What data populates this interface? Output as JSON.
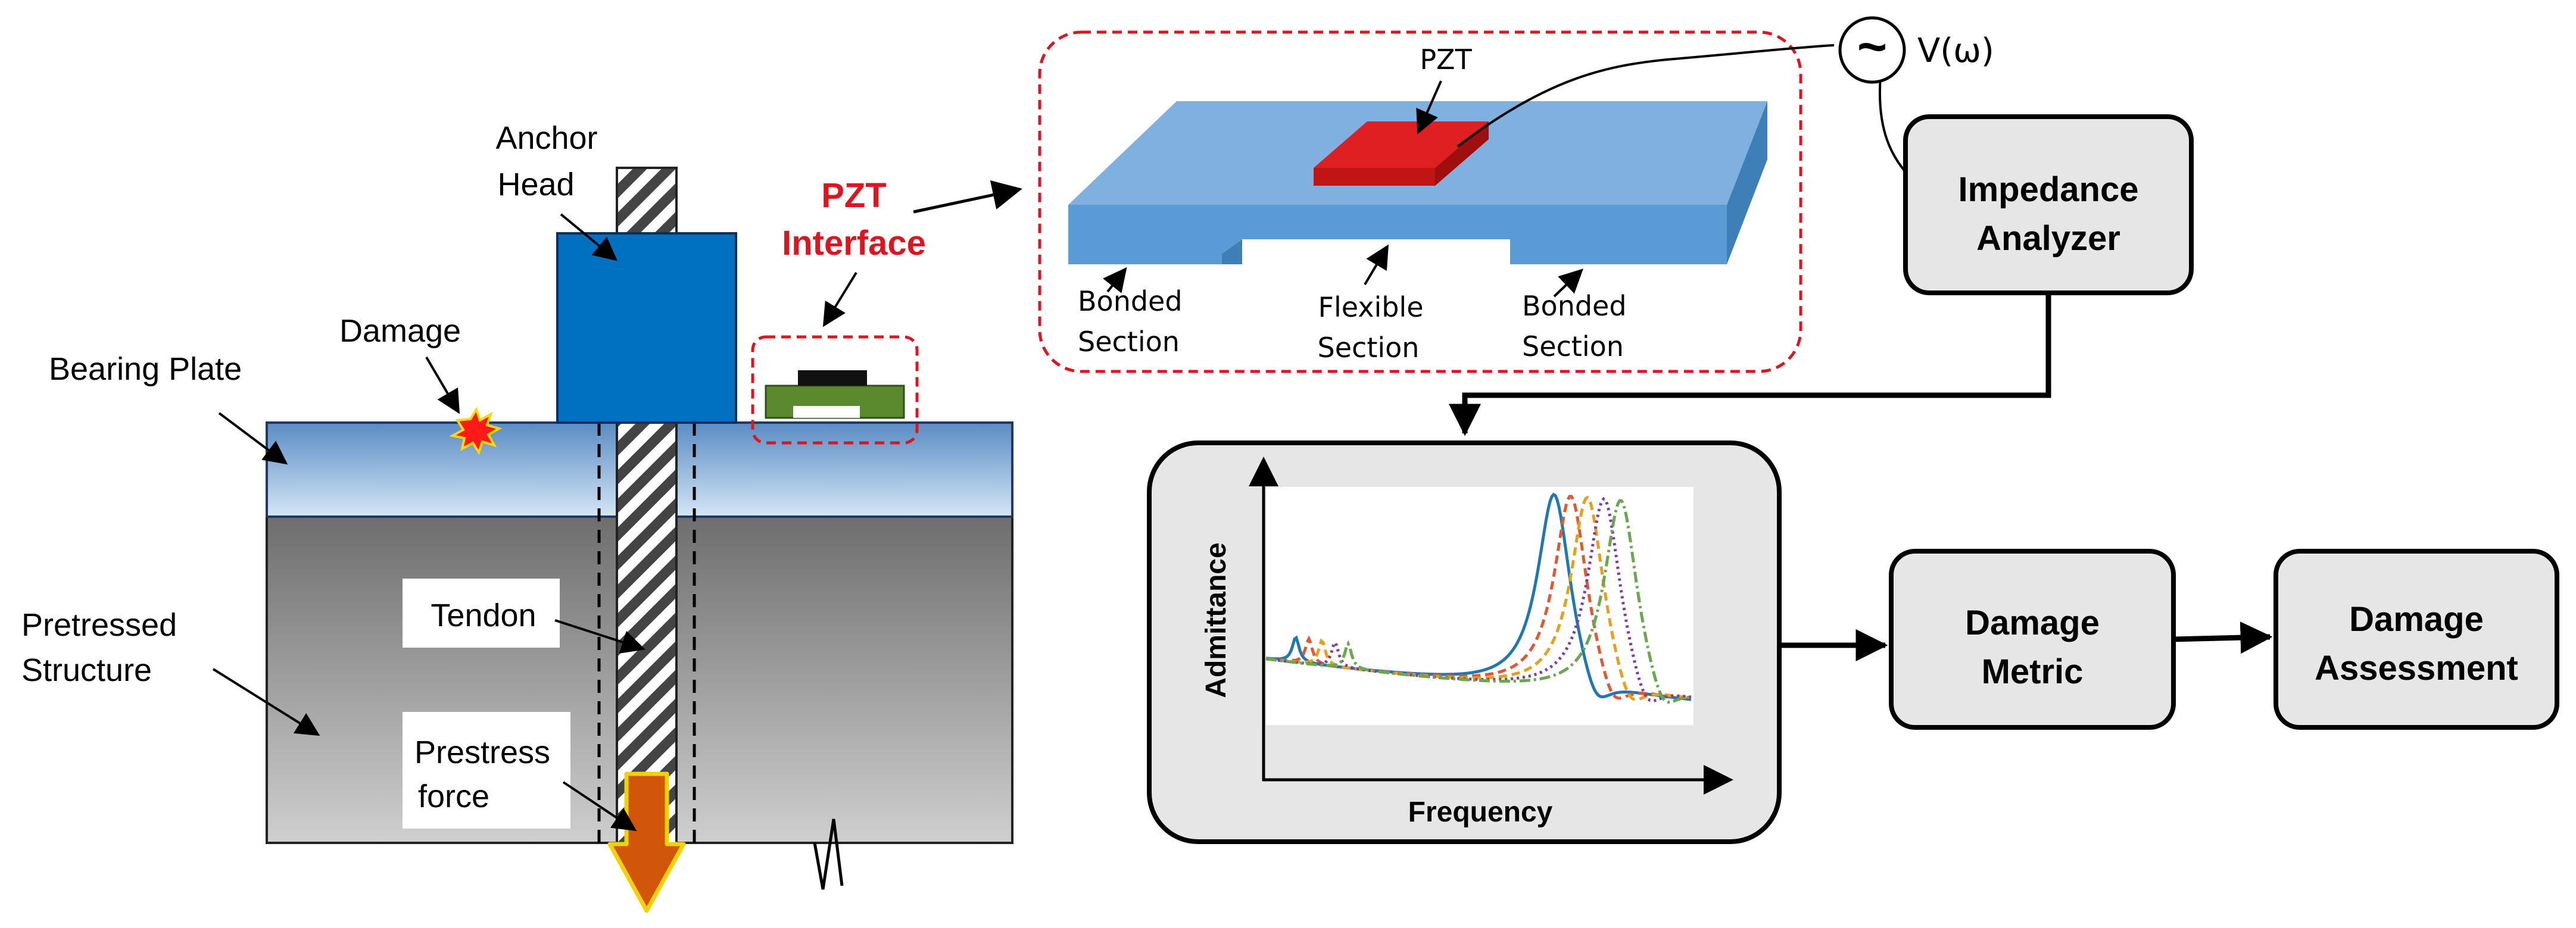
{
  "structure": {
    "anchor_head": [
      "Anchor",
      "Head"
    ],
    "damage": "Damage",
    "bearing_plate": "Bearing Plate",
    "pretressed_structure": [
      "Pretressed",
      "Structure"
    ],
    "tendon": "Tendon",
    "prestress_force": [
      "Prestress",
      "force"
    ],
    "pzt_interface": [
      "PZT",
      "Interface"
    ]
  },
  "interface_detail": {
    "pzt": "PZT",
    "bonded_left": [
      "Bonded",
      "Section"
    ],
    "flexible": [
      "Flexible",
      "Section"
    ],
    "bonded_right": [
      "Bonded",
      "Section"
    ],
    "source_symbol": "~",
    "voltage": "V(ω)"
  },
  "blocks": {
    "impedance_analyzer": [
      "Impedance",
      "Analyzer"
    ],
    "damage_metric": [
      "Damage",
      "Metric"
    ],
    "damage_assessment": [
      "Damage",
      "Assessment"
    ]
  },
  "plot": {
    "ylabel": "Admittance",
    "xlabel": "Frequency"
  },
  "colors": {
    "concrete_top": "#6e6e6e",
    "concrete_bottom": "#c8c8c8",
    "plate_top": "#4f81bd",
    "plate_bottom": "#c6dcf0",
    "anchor_blue": "#0070c0",
    "pzt_red": "#e02020",
    "interface_green": "#5b8a2e",
    "beam_top": "#7fb2e0",
    "beam_front": "#5b9bd5",
    "beam_side": "#3f7fb8",
    "dashed_red": "#e0141e",
    "arrow_orange": "#e0600a",
    "block_fill": "#e6e6e6",
    "curve_1": "#1f77b4",
    "curve_2": "#e4572e",
    "curve_3": "#e7a019",
    "curve_4": "#7e3ca8",
    "curve_5": "#6aa84f"
  }
}
